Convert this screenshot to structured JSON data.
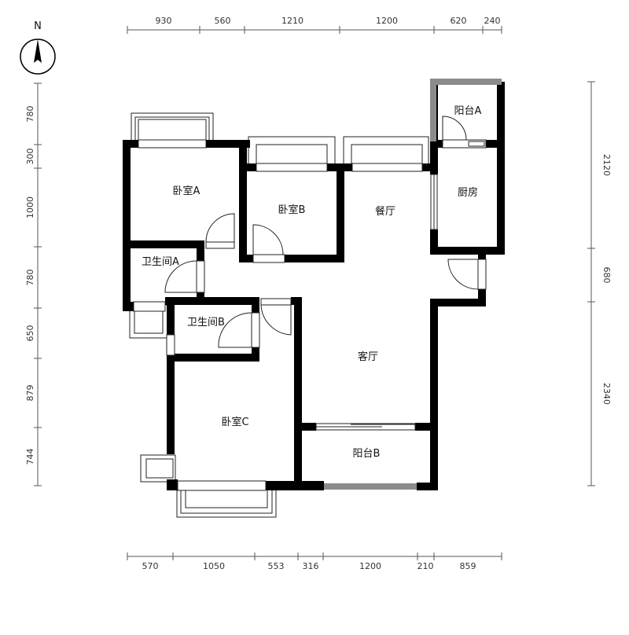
{
  "compass": {
    "label": "N"
  },
  "dimensions": {
    "top": [
      "930",
      "560",
      "1210",
      "1200",
      "620",
      "240"
    ],
    "bottom": [
      "570",
      "1050",
      "553",
      "316",
      "1200",
      "210",
      "859"
    ],
    "left": [
      "780",
      "300",
      "1000",
      "780",
      "650",
      "879",
      "744"
    ],
    "right": [
      "2120",
      "680",
      "2340"
    ]
  },
  "rooms": {
    "bedroom_a": "卧室A",
    "bedroom_b": "卧室B",
    "bedroom_c": "卧室C",
    "dining": "餐厅",
    "kitchen": "厨房",
    "balcony_a": "阳台A",
    "balcony_b": "阳台B",
    "living": "客厅",
    "bath_a": "卫生间A",
    "bath_b": "卫生间B"
  }
}
